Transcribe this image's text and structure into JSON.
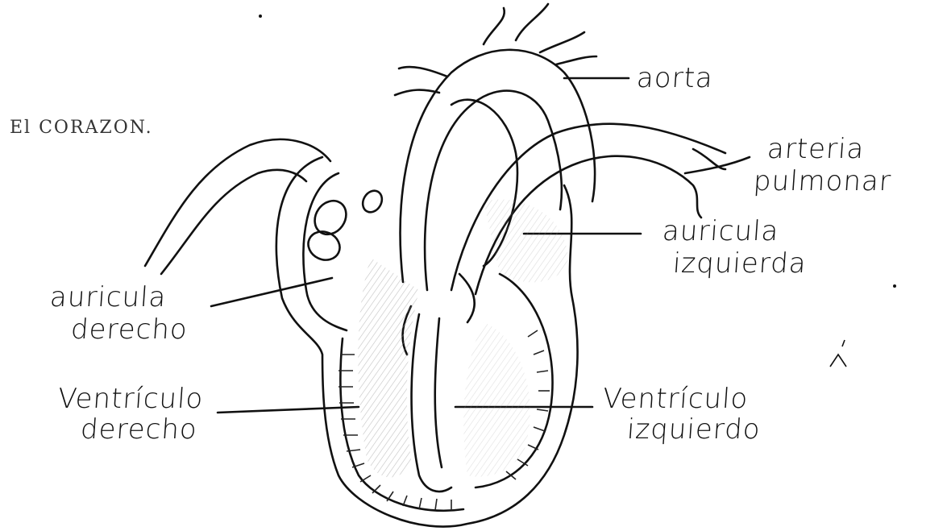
{
  "title": "El CORAZON.",
  "labels": {
    "aorta": "aorta",
    "arteria_pulmonar_1": "arteria",
    "arteria_pulmonar_2": "pulmonar",
    "auricula_izquierda_1": "auricula",
    "auricula_izquierda_2": "izquierda",
    "auricula_derecha_1": "auricula",
    "auricula_derecha_2": "derecho",
    "ventriculo_derecho_1": "Ventrículo",
    "ventriculo_derecho_2": "derecho",
    "ventriculo_izquierdo_1": "Ventrículo",
    "ventriculo_izquierdo_2": "izquierdo"
  },
  "colors": {
    "ink": "#111111",
    "shading": "#bdbdbd"
  }
}
